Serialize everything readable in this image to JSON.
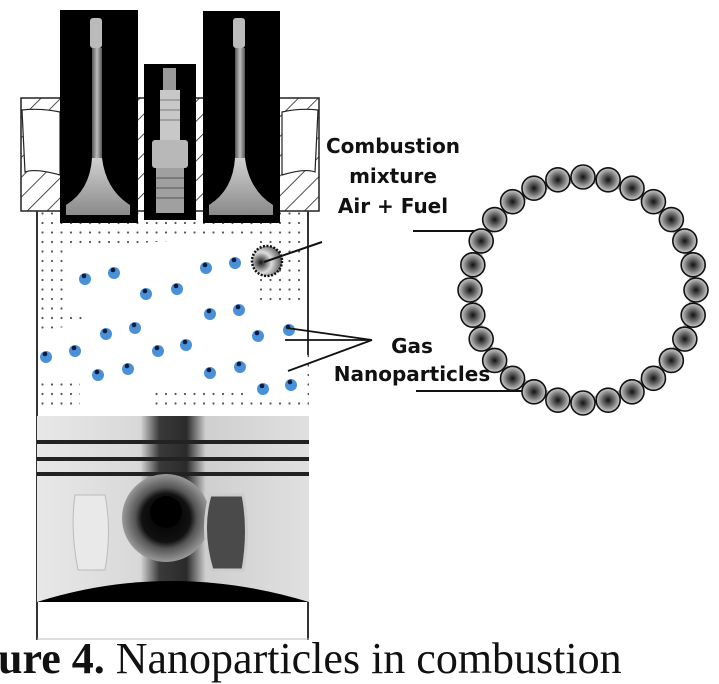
{
  "figure": {
    "labels": {
      "combustion_line1": "Combustion",
      "combustion_line2": "mixture",
      "combustion_line3": "Air + Fuel",
      "gas": "Gas",
      "nanoparticles": "Nanoparticles"
    },
    "caption": {
      "number": "ure 4.",
      "text": " Nanoparticles in combustion"
    },
    "components": [
      "intake-valve",
      "spark-plug",
      "exhaust-valve",
      "cylinder-head",
      "cylinder",
      "piston",
      "fuel-droplet",
      "nanoparticle-shell"
    ],
    "colors": {
      "nanoparticle_blue": "#4a90d9",
      "nanoparticle_core": "#0a1a3a",
      "hatch": "#222222",
      "photo_black": "#000000"
    },
    "shell_particle_count": 28
  }
}
